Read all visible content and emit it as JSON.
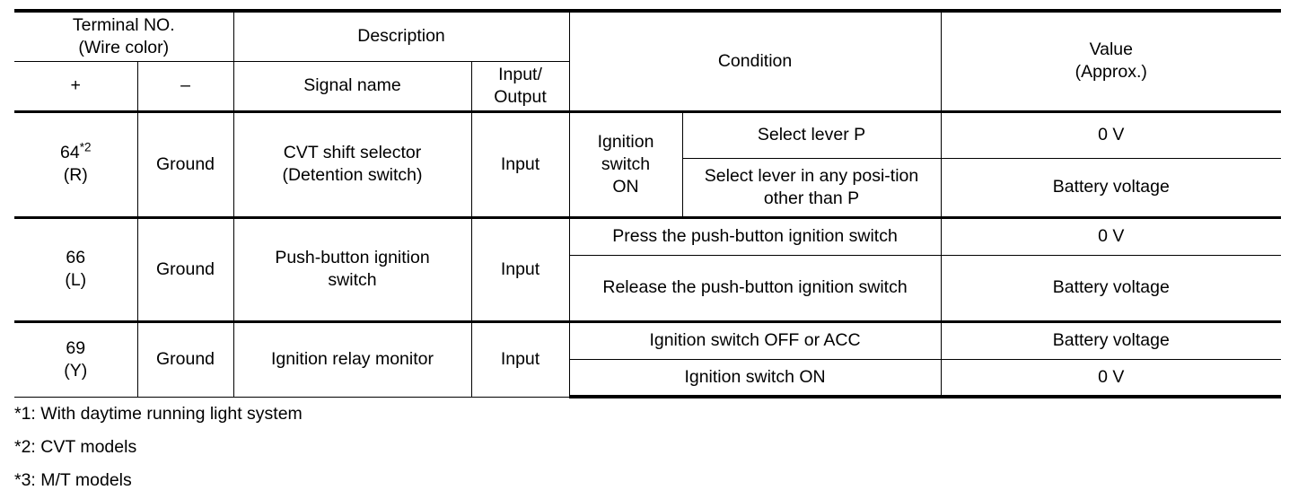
{
  "document": {
    "kind": "automotive service manual terminal layout table"
  },
  "table": {
    "header": {
      "terminal_no": {
        "title_line1": "Terminal NO.",
        "title_line2": "(Wire color)",
        "plus": "+",
        "minus": "–"
      },
      "description": {
        "title": "Description",
        "signal_name": "Signal name",
        "input_output_line1": "Input/",
        "input_output_line2": "Output"
      },
      "condition": {
        "title": "Condition"
      },
      "value": {
        "title_line1": "Value",
        "title_line2": "(Approx.)"
      }
    },
    "rows": [
      {
        "terminal_number": "64",
        "terminal_footnote": "*2",
        "wire_color": "(R)",
        "ground": "Ground",
        "signal_name_line1": "CVT shift selector",
        "signal_name_line2": "(Detention switch)",
        "input_output": "Input",
        "condition_group": "Ignition switch ON",
        "condition_group_lines": [
          "Ignition",
          "switch",
          "ON"
        ],
        "conditions": [
          {
            "text": "Select lever P",
            "value": "0 V"
          },
          {
            "text": "Select lever in any posi-­tion other than P",
            "value": "Battery voltage"
          }
        ]
      },
      {
        "terminal_number": "66",
        "terminal_footnote": "",
        "wire_color": "(L)",
        "ground": "Ground",
        "signal_name_line1": "Push-button ignition",
        "signal_name_line2": "switch",
        "input_output": "Input",
        "condition_group": "",
        "condition_group_lines": [],
        "conditions": [
          {
            "text": "Press the push-button ignition switch",
            "value": "0 V"
          },
          {
            "text": "Release the push-button ignition switch",
            "value": "Battery voltage"
          }
        ]
      },
      {
        "terminal_number": "69",
        "terminal_footnote": "",
        "wire_color": "(Y)",
        "ground": "Ground",
        "signal_name_line1": "Ignition relay monitor",
        "signal_name_line2": "",
        "input_output": "Input",
        "condition_group": "",
        "condition_group_lines": [],
        "conditions": [
          {
            "text": "Ignition switch OFF or ACC",
            "value": "Battery voltage"
          },
          {
            "text": "Ignition switch ON",
            "value": "0 V"
          }
        ]
      }
    ]
  },
  "footnotes": [
    "*1: With daytime running light system",
    "*2: CVT models",
    "*3: M/T models"
  ],
  "colors": {
    "text": "#000000",
    "rule": "#000000",
    "background": "#ffffff"
  }
}
